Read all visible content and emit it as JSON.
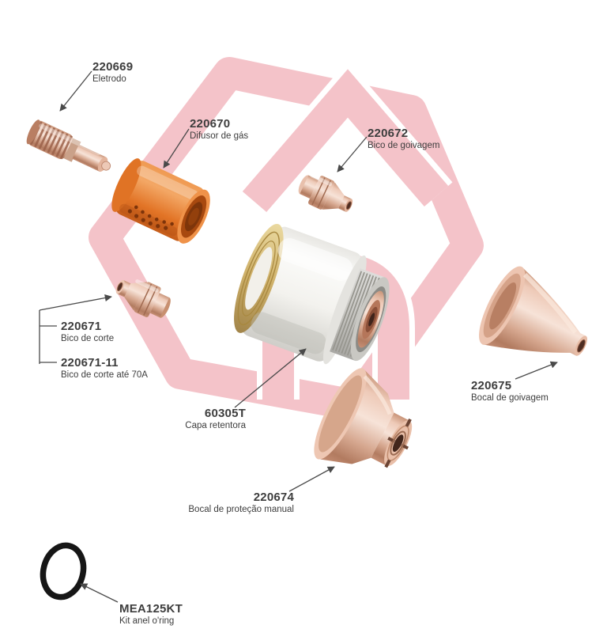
{
  "diagram": {
    "type": "exploded-parts-diagram",
    "language": "pt-BR"
  },
  "parts": {
    "electrode": {
      "number": "220669",
      "description": "Eletrodo"
    },
    "gas_diffuser": {
      "number": "220670",
      "description": "Difusor de gás"
    },
    "gouging_nozzle": {
      "number": "220672",
      "description": "Bico de goivagem"
    },
    "cutting_nozzle": {
      "number": "220671",
      "description": "Bico de corte"
    },
    "cutting_nozzle_70a": {
      "number": "220671-11",
      "description": "Bico de corte até 70A"
    },
    "retaining_cap": {
      "number": "60305T",
      "description": "Capa retentora"
    },
    "gouging_shield": {
      "number": "220675",
      "description": "Bocal de goivagem"
    },
    "manual_shield": {
      "number": "220674",
      "description": "Bocal de proteção manual"
    },
    "oring_kit": {
      "number": "MEA125KT",
      "description": "Kit anel o'ring"
    }
  },
  "colors": {
    "copper": "#d9a78f",
    "diffuser_orange": "#e27426",
    "cap_ivory": "#f3f2ee",
    "watermark_pink": "#f4c3c9",
    "label_text": "#3d3d3d",
    "leader_line": "#4a4a4a",
    "oring_black": "#161616"
  }
}
